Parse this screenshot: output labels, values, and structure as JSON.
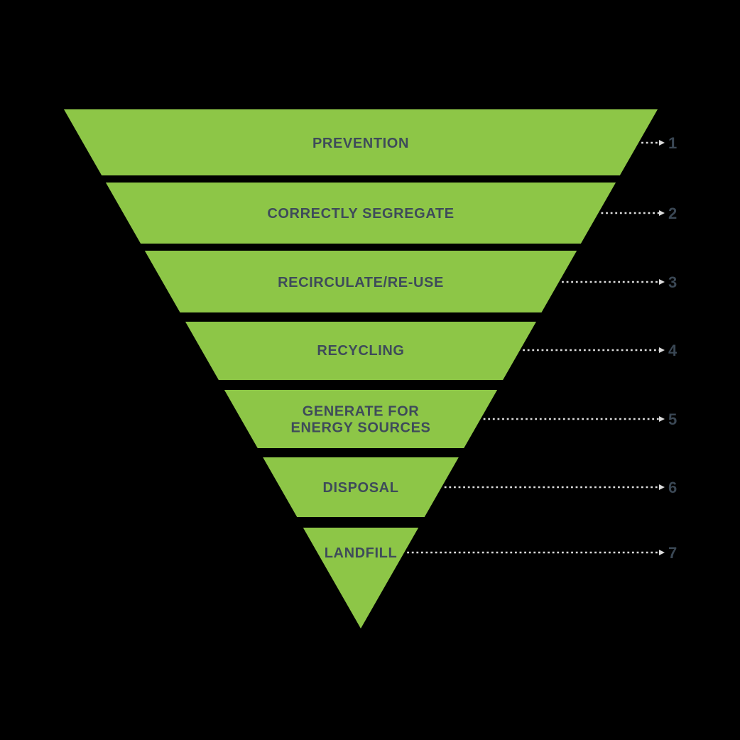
{
  "funnel": {
    "levels": [
      {
        "number": "1",
        "label": "PREVENTION"
      },
      {
        "number": "2",
        "label": "CORRECTLY SEGREGATE"
      },
      {
        "number": "3",
        "label": "RECIRCULATE/RE-USE"
      },
      {
        "number": "4",
        "label": "RECYCLING"
      },
      {
        "number": "5",
        "label": "GENERATE FOR",
        "label_line2": "ENERGY SOURCES"
      },
      {
        "number": "6",
        "label": "DISPOSAL"
      },
      {
        "number": "7",
        "label": "LANDFILL"
      }
    ]
  },
  "colors": {
    "band_green": "#8DC647",
    "label_text": "#3E4B5A",
    "number_text": "#3A4754",
    "leader_dots": "#DBDBDB",
    "background": "#000000"
  }
}
